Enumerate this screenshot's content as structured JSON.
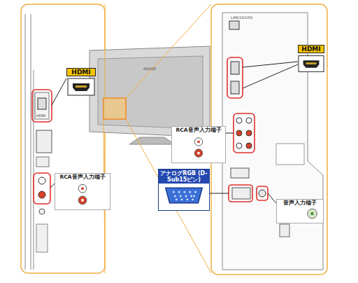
{
  "diagram": {
    "nodes": [
      {
        "text": [
          "HDMI"
        ]
      },
      {
        "text": [
          "RCA音声入力端子"
        ]
      },
      {
        "text": [
          "RCA音声入力端子"
        ]
      },
      {
        "text": [
          "アナログRGB (D-Sub15ピン)"
        ]
      },
      {
        "text": [
          "HDMI"
        ]
      },
      {
        "text": [
          "音声入力端子"
        ]
      }
    ],
    "labels": [
      "HDMI",
      "LAN(10/100)",
      "AQUOS"
    ]
  }
}
